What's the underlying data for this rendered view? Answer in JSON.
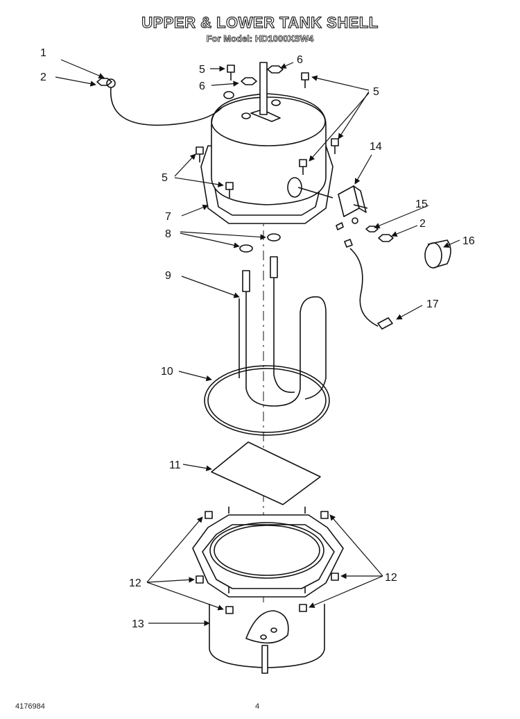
{
  "title": "UPPER & LOWER TANK SHELL",
  "model_line": "For Model: HD1000XSW4",
  "callouts": {
    "c1": "1",
    "c2a": "2",
    "c2b": "2",
    "c5a": "5",
    "c5b": "5",
    "c5c": "5",
    "c6a": "6",
    "c6b": "6",
    "c7": "7",
    "c8": "8",
    "c9": "9",
    "c10": "10",
    "c11": "11",
    "c12a": "12",
    "c12b": "12",
    "c13": "13",
    "c14": "14",
    "c15": "15",
    "c16": "16",
    "c17": "17"
  },
  "footer": {
    "part_number": "4176984",
    "page": "4"
  }
}
